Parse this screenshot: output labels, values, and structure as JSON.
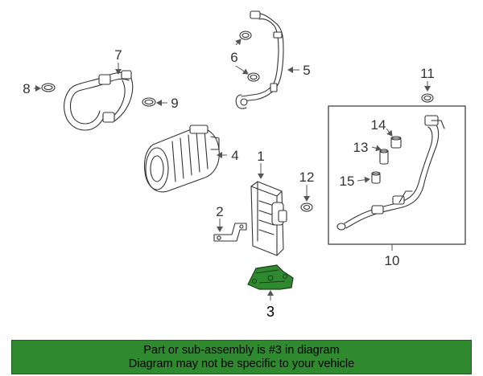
{
  "diagram": {
    "callouts": {
      "c1": "1",
      "c2": "2",
      "c3": "3",
      "c4": "4",
      "c5": "5",
      "c6": "6",
      "c7": "7",
      "c8": "8",
      "c9": "9",
      "c10": "10",
      "c11": "11",
      "c12": "12",
      "c13": "13",
      "c14": "14",
      "c15": "15"
    },
    "highlight_part": "3",
    "colors": {
      "highlight": "#2f8a2f",
      "line_art": "#333333",
      "banner_bg": "#2f8a2f"
    }
  },
  "banner": {
    "line1": "Part or sub-assembly is #3 in diagram",
    "line2": "Diagram may not be specific to your vehicle"
  }
}
